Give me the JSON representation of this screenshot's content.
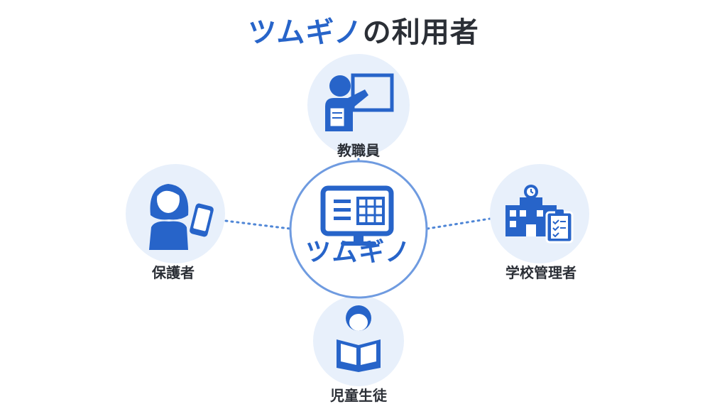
{
  "title": {
    "highlight": "ツムギノ",
    "rest": "の利用者"
  },
  "center": {
    "label": "ツムギノ",
    "icon": "monitor-icon"
  },
  "users": {
    "staff": {
      "label": "教職員",
      "icon": "teacher-icon"
    },
    "guardian": {
      "label": "保護者",
      "icon": "parent-phone-icon"
    },
    "admin": {
      "label": "学校管理者",
      "icon": "school-admin-icon"
    },
    "student": {
      "label": "児童生徒",
      "icon": "student-reading-icon"
    }
  },
  "colors": {
    "accent": "#2764c9",
    "circle_fill": "#e8f0fb",
    "text": "#2b2f36"
  }
}
